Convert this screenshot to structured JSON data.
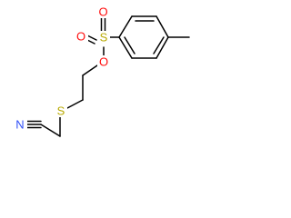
{
  "molecule": {
    "atoms": {
      "o_top": {
        "label": "O",
        "color": "#ff0d0d"
      },
      "o_left": {
        "label": "O",
        "color": "#ff0d0d"
      },
      "sulfonyl_s": {
        "label": "S",
        "color": "#b8a900"
      },
      "ester_o": {
        "label": "O",
        "color": "#ff0d0d"
      },
      "thioether_s": {
        "label": "S",
        "color": "#b8a900"
      },
      "nitrile_n": {
        "label": "N",
        "color": "#3050f8"
      }
    }
  }
}
